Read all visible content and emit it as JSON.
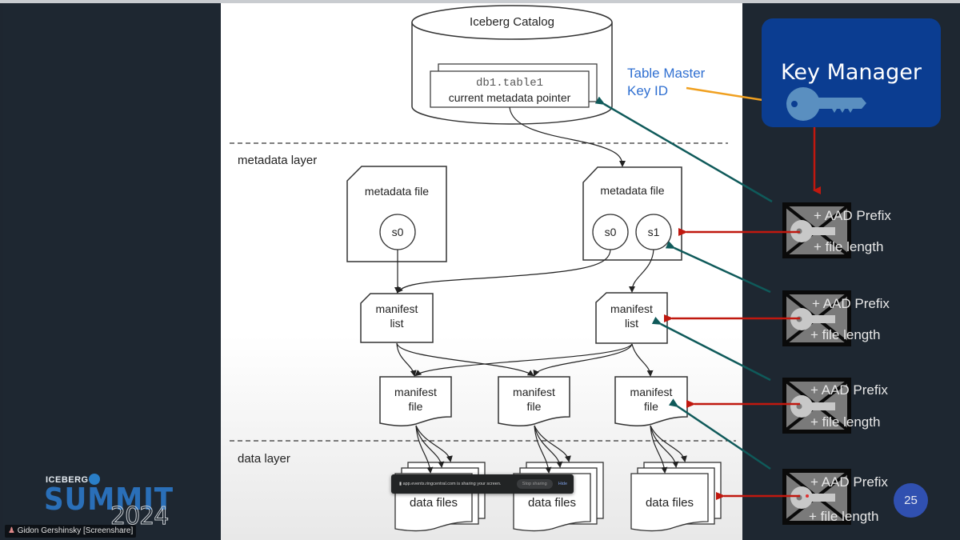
{
  "slide": {
    "catalog": {
      "title": "Iceberg Catalog",
      "table_name": "db1.table1",
      "pointer_label": "current metadata pointer"
    },
    "layers": {
      "metadata": "metadata layer",
      "data": "data layer"
    },
    "metadata_files": [
      {
        "label": "metadata file",
        "snapshots": [
          "s0"
        ]
      },
      {
        "label": "metadata file",
        "snapshots": [
          "s0",
          "s1"
        ]
      }
    ],
    "manifest_lists": [
      {
        "line1": "manifest",
        "line2": "list"
      },
      {
        "line1": "manifest",
        "line2": "list"
      }
    ],
    "manifest_files": [
      {
        "line1": "manifest",
        "line2": "file"
      },
      {
        "line1": "manifest",
        "line2": "file"
      },
      {
        "line1": "manifest",
        "line2": "file"
      }
    ],
    "data_files": [
      "data files",
      "data files",
      "data files"
    ],
    "master_key_label_line1": "Table Master",
    "master_key_label_line2": "Key ID",
    "key_manager": {
      "title": "Key Manager"
    },
    "key_entries": [
      {
        "line1": "+ AAD Prefix",
        "line2": "+ file length"
      },
      {
        "line1": "+ AAD Prefix",
        "line2": "+ file length"
      },
      {
        "line1": "+ AAD Prefix",
        "line2": "+ file length"
      },
      {
        "line1": "+ AAD Prefix",
        "line2": "+ file length"
      }
    ],
    "page_number": "25",
    "colors": {
      "key_manager_bg": "#0b3d91",
      "red_arrow": "#c0180f",
      "teal_arrow": "#0f5a5a",
      "orange_arrow": "#f0a020",
      "blue_label": "#2f6fd1"
    }
  },
  "branding": {
    "event_top": "ICEBERG",
    "event_main": "SUMMIT",
    "event_year": "2024"
  },
  "presenter": {
    "name_tag": "Gidon Gershinsky [Screenshare]"
  },
  "screen_share_bar": {
    "message": "app.events.ringcentral.com is sharing your screen.",
    "stop_label": "Stop sharing",
    "hide_label": "Hide"
  }
}
